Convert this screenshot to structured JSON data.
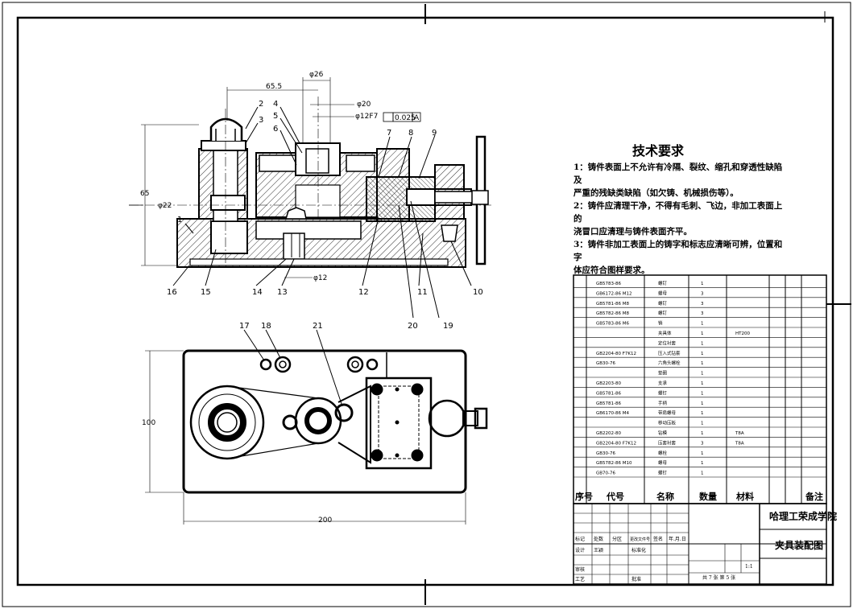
{
  "tech": {
    "title": "技术要求",
    "lines": [
      "1：铸件表面上不允许有冷隔、裂纹、缩孔和穿透性缺陷及",
      "严重的残缺类缺陷（如欠铸、机械损伤等）。",
      "2：铸件应清理干净，不得有毛刺、飞边，非加工表面上的",
      "浇冒口应清理与铸件表面齐平。",
      "3：铸件非加工表面上的铸字和标志应清晰可辨，位置和字",
      "体应符合图样要求。"
    ]
  },
  "dims": {
    "d1": "65.5",
    "d2": "φ26",
    "d3": "φ20",
    "d4": "φ12F7",
    "d5": "0.025",
    "d6": "A",
    "d7": "65",
    "d8": "φ22",
    "d9": "φ12",
    "d10": "100",
    "d11": "200"
  },
  "callouts": [
    "1",
    "2",
    "3",
    "4",
    "5",
    "6",
    "7",
    "8",
    "9",
    "10",
    "11",
    "12",
    "13",
    "14",
    "15",
    "16",
    "17",
    "18",
    "19",
    "20",
    "21"
  ],
  "bom": {
    "header": {
      "seq": "序号",
      "code": "代号",
      "name": "名称",
      "qty": "数量",
      "mat": "材料",
      "note": "备注"
    },
    "rows": [
      {
        "code": "GB5783-86",
        "name": "螺钉",
        "qty": "1"
      },
      {
        "code": "GB6172-86 M12",
        "name": "螺母",
        "qty": "3"
      },
      {
        "code": "GB5781-86 M8",
        "name": "螺钉",
        "qty": "3"
      },
      {
        "code": "GB5782-86 M8",
        "name": "螺钉",
        "qty": "3"
      },
      {
        "code": "GB5783-86 M6",
        "name": "销",
        "qty": "1"
      },
      {
        "code": "",
        "name": "夹具体",
        "qty": "1",
        "mat": "HT200"
      },
      {
        "code": "",
        "name": "定位衬套",
        "qty": "1"
      },
      {
        "code": "GB2204-80 F7K12",
        "name": "压入式钻套",
        "qty": "1"
      },
      {
        "code": "GB30-76",
        "name": "六角头螺栓",
        "qty": "1"
      },
      {
        "code": "",
        "name": "垫圈",
        "qty": "1"
      },
      {
        "code": "GB2203-80",
        "name": "支承",
        "qty": "1"
      },
      {
        "code": "GB5781-86",
        "name": "螺钉",
        "qty": "1"
      },
      {
        "code": "GB5781-86",
        "name": "手柄",
        "qty": "1"
      },
      {
        "code": "GB6170-86 M4",
        "name": "带肩螺母",
        "qty": "1"
      },
      {
        "code": "",
        "name": "移动压板",
        "qty": "1"
      },
      {
        "code": "GB2202-80",
        "name": "钻模",
        "qty": "1",
        "mat": "T8A"
      },
      {
        "code": "GB2204-80 F7K12",
        "name": "压套衬套",
        "qty": "3",
        "mat": "T8A"
      },
      {
        "code": "GB30-76",
        "name": "螺栓",
        "qty": "1"
      },
      {
        "code": "GB5782-86 M10",
        "name": "螺母",
        "qty": "1"
      },
      {
        "code": "GB70-76",
        "name": "螺钉",
        "qty": "1"
      }
    ]
  },
  "title_block": {
    "school": "哈理工荣成学院",
    "drawing": "夹具装配图",
    "sheet": "共 7 张  第 5 张",
    "scale": "1:1",
    "r1": "标记",
    "r2": "处数",
    "r3": "分区",
    "r4": "更改文件号",
    "r5": "签名",
    "r6": "年.月.日",
    "r7": "设计",
    "r8": "王颖",
    "r9": "标准化",
    "r10": "审核",
    "r11": "工艺",
    "r12": "批准"
  }
}
